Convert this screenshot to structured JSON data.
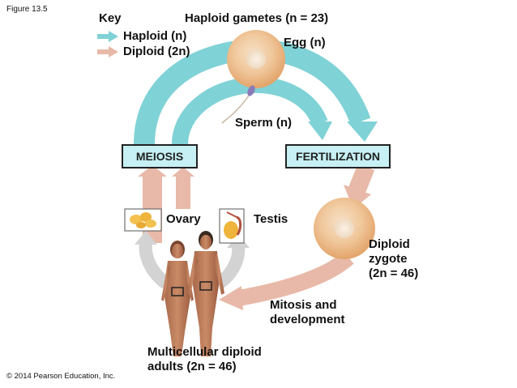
{
  "figure_label": "Figure 13.5",
  "copyright": "© 2014 Pearson Education, Inc.",
  "key": {
    "title": "Key",
    "haploid": "Haploid (n)",
    "diploid": "Diploid (2n)",
    "haploid_color": "#7fd2d6",
    "diploid_color": "#e8b9a8"
  },
  "labels": {
    "gametes": "Haploid gametes (n = 23)",
    "egg": "Egg (n)",
    "sperm": "Sperm (n)",
    "meiosis": "MEIOSIS",
    "fertilization": "FERTILIZATION",
    "ovary": "Ovary",
    "testis": "Testis",
    "zygote": "Diploid\nzygote\n(2n = 46)",
    "mitosis": "Mitosis and\ndevelopment",
    "adults": "Multicellular diploid\nadults (2n = 46)"
  }
}
